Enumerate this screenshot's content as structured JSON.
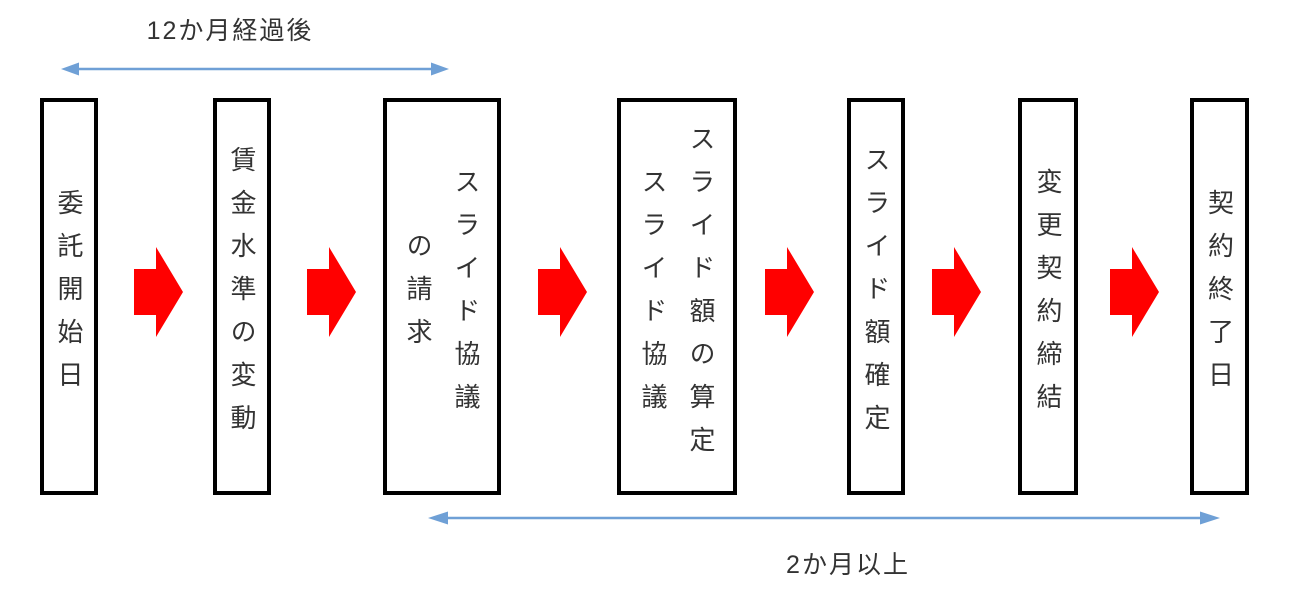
{
  "diagram": {
    "top_span_label": "12か月経過後",
    "bottom_span_label": "2か月以上",
    "steps": [
      {
        "text": "委託開始日"
      },
      {
        "text": "賃金水準の変動"
      },
      {
        "text": "スライド協議\nの請求"
      },
      {
        "text": "スライド額の算定\nスライド協議"
      },
      {
        "text": "スライド額確定"
      },
      {
        "text": "変更契約締結"
      },
      {
        "text": "契約終了日"
      }
    ],
    "colors": {
      "step_arrow": "#ff0000",
      "span_arrow": "#6fa0d6",
      "box_border": "#000000",
      "text": "#333333"
    }
  }
}
